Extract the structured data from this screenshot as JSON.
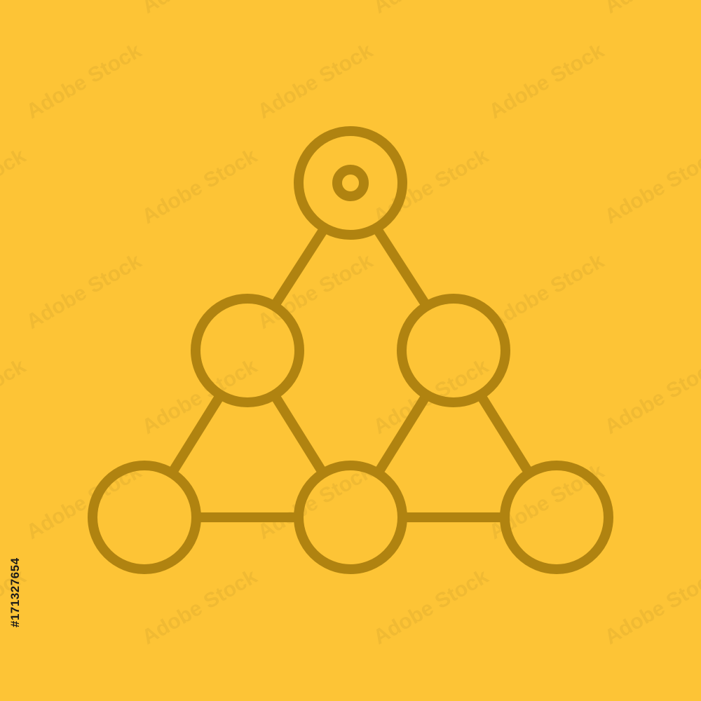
{
  "colors": {
    "background": "#FDC436",
    "stroke": "#B08310",
    "watermark": "#E6B232",
    "stock_id_text": "#1A1A1A"
  },
  "icon": {
    "name": "network-pyramid-icon",
    "root_node_marker": "inner-ring"
  },
  "watermark": {
    "text": "Adobe Stock",
    "repeat": true
  },
  "stock_id": {
    "label": "#171327654"
  }
}
